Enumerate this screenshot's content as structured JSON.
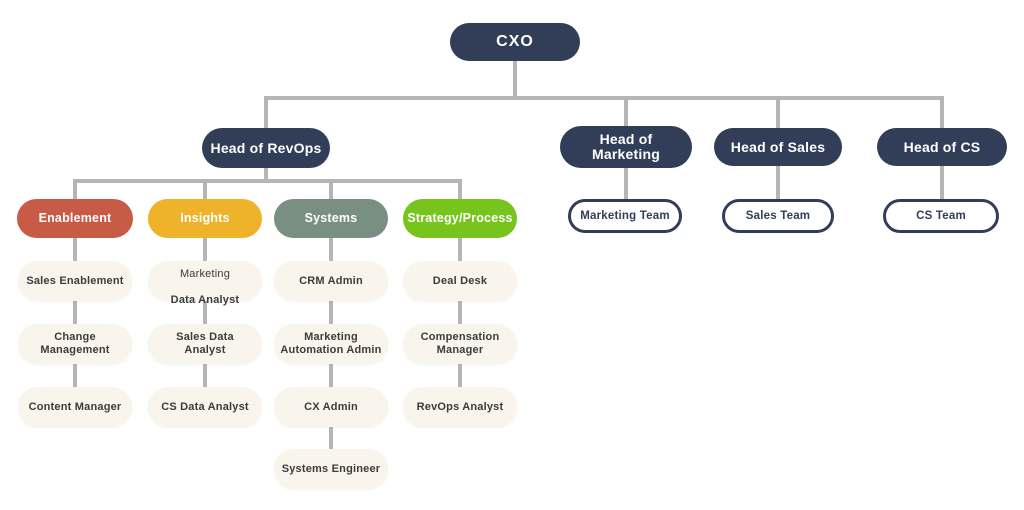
{
  "diagram": {
    "type": "org-chart",
    "colors": {
      "navy": "#323e57",
      "terracotta": "#c85b45",
      "amber": "#efb22b",
      "sage": "#798f81",
      "green": "#77c41d",
      "cream": "#f9f4ec",
      "connector": "#b6b6b6",
      "background": "#ffffff"
    },
    "nodes": {
      "cxo": "CXO",
      "head_revops": "Head of RevOps",
      "head_marketing": "Head of\nMarketing",
      "head_sales": "Head of Sales",
      "head_cs": "Head of CS",
      "enablement": "Enablement",
      "insights": "Insights",
      "systems": "Systems",
      "strategy": "Strategy/Process",
      "sales_enablement": "Sales Enablement",
      "change_management": "Change\nManagement",
      "content_manager": "Content Manager",
      "marketing_data_analyst_line1": "Marketing",
      "marketing_data_analyst_line2": "Data Analyst",
      "sales_data_analyst": "Sales Data\nAnalyst",
      "cs_data_analyst": "CS Data Analyst",
      "crm_admin": "CRM Admin",
      "marketing_automation_admin": "Marketing\nAutomation Admin",
      "cx_admin": "CX Admin",
      "systems_engineer": "Systems Engineer",
      "deal_desk": "Deal Desk",
      "compensation_manager": "Compensation\nManager",
      "revops_analyst": "RevOps Analyst",
      "marketing_team": "Marketing Team",
      "sales_team": "Sales Team",
      "cs_team": "CS Team"
    }
  }
}
